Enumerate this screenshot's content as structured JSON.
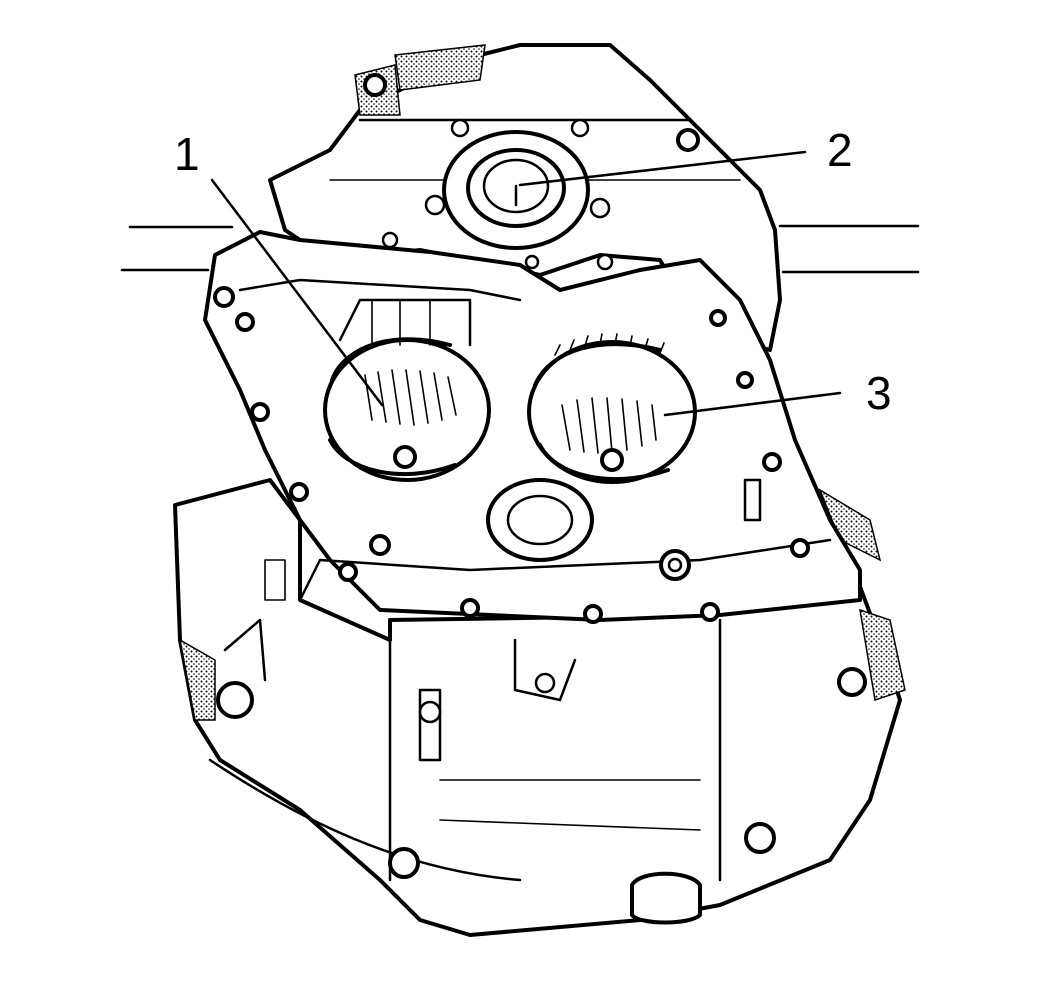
{
  "callouts": [
    {
      "label": "1"
    },
    {
      "label": "2"
    },
    {
      "label": "3"
    }
  ],
  "colors": {
    "ink": "#000000",
    "background": "#ffffff"
  }
}
